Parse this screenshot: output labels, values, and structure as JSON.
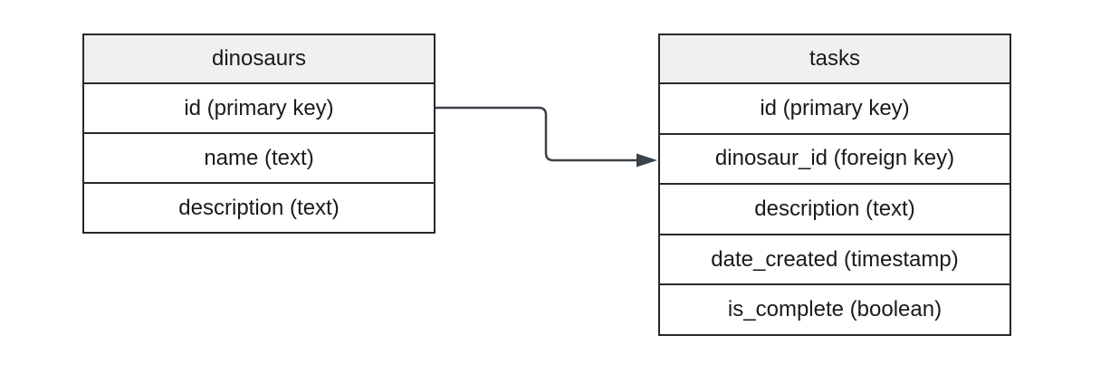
{
  "diagram": {
    "type": "entity-relationship",
    "tables": [
      {
        "id": "dinosaurs",
        "title": "dinosaurs",
        "rows": [
          "id (primary key)",
          "name (text)",
          "description (text)"
        ]
      },
      {
        "id": "tasks",
        "title": "tasks",
        "rows": [
          "id (primary key)",
          "dinosaur_id (foreign key)",
          "description (text)",
          "date_created (timestamp)",
          "is_complete (boolean)"
        ]
      }
    ],
    "relationship": {
      "from_table": "dinosaurs",
      "from_field": "id (primary key)",
      "to_table": "tasks",
      "to_field": "dinosaur_id (foreign key)",
      "arrow_style": "filled-triangle"
    }
  },
  "colors": {
    "background": "#ffffff",
    "table_border": "#26282c",
    "header_fill": "#eff0f2",
    "row_fill": "#ffffff",
    "text": "#1a1a1a",
    "connector": "#3b4249"
  }
}
